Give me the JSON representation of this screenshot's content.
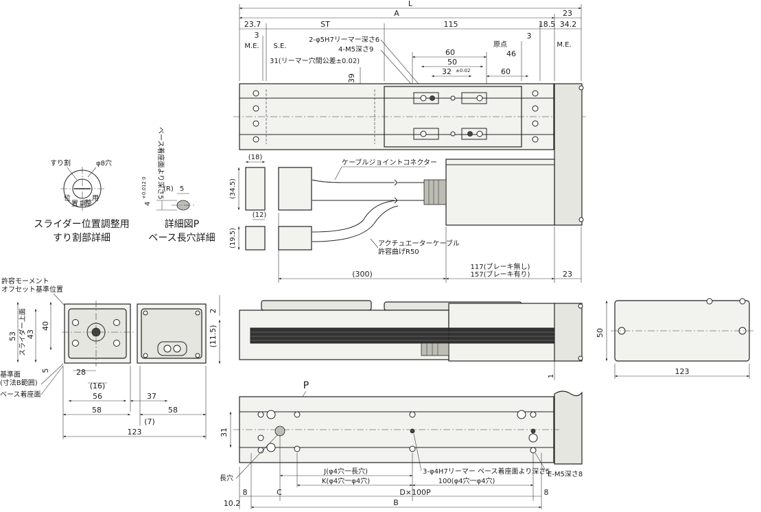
{
  "top_view": {
    "dims_top": [
      "L",
      "A",
      "23"
    ],
    "dims_row2": [
      "23.7",
      "ST",
      "115",
      "18.5",
      "34.2"
    ],
    "me_left": "M.E.",
    "se_left": "S.E.",
    "three_left": "3",
    "origin": "原点",
    "me_right": "M.E.",
    "three_right": "3",
    "dim_46": "46",
    "reamer_note": "2-φ5H7リーマー深さ6",
    "m5_note": "4-M5深さ9",
    "pitch_note": "31(リーマー穴間公差±0.02)",
    "dim_60a": "60",
    "dim_50": "50",
    "dim_32": "32",
    "dim_32_tol": "±0.02",
    "dim_60b": "60",
    "dim_39": "39"
  },
  "cable": {
    "connector": "ケーブルジョイントコネクター",
    "actuator_cable": "アクチュエーターケーブル",
    "bend_radius": "許容曲げR50",
    "dim_18": "(18)",
    "dim_345": "(34.5)",
    "dim_12": "(12)",
    "dim_195": "(19.5)",
    "dim_300": "(300)",
    "dim_117": "117(ブレーキ無し)",
    "dim_157": "157(ブレーキ有り)",
    "dim_23": "23"
  },
  "detail_slide": {
    "slot": "すり割",
    "hole": "φ8穴",
    "stamp_chars": [
      "位",
      "置",
      "調",
      "整",
      "用"
    ],
    "title_1": "スライダー位置調整用",
    "title_2": "すり割部詳細"
  },
  "detail_p": {
    "depth_note": "ベース着座面より深さ5",
    "dim_4": "4",
    "tol_4": "+0.012 0",
    "r_label": "(R)",
    "dim_5": "5",
    "title_1": "詳細図P",
    "title_2": "ベース長穴詳細"
  },
  "end_view": {
    "moment_1": "許容モーメント",
    "moment_2": "オフセット基準位置",
    "slider_top": "スライダー上面",
    "dim_53": "53",
    "dim_43": "43",
    "dim_40": "40",
    "dim_5": "5",
    "dim_2": "2",
    "dim_115": "(11.5)",
    "dim_1": "1",
    "ref_1": "基準面",
    "ref_2": "(寸法B範囲)",
    "base_seat": "ベース着座面",
    "dim_28": "28",
    "dim_16": "(16)",
    "dim_56": "56",
    "dim_37": "37",
    "dim_58a": "58",
    "dim_58b": "58",
    "dim_7": "(7)",
    "dim_123": "123"
  },
  "side_right": {
    "dim_50": "50",
    "dim_123": "123"
  },
  "bottom_view": {
    "p_label": "P",
    "dim_31": "31",
    "slot_hole": "長穴",
    "j_note": "J(φ4穴一長穴)",
    "k_note": "K(φ4穴一φ4穴)",
    "ream_note": "3-φ4H7リーマー ベース着座面より深さ5",
    "e_note": "E-M5深さ8",
    "pitch_100": "100(φ4穴一φ4穴)",
    "dim_8a": "8",
    "dim_c": "C",
    "dim_d": "D×100P",
    "dim_8b": "8",
    "dim_102": "10.2",
    "dim_b": "B"
  }
}
